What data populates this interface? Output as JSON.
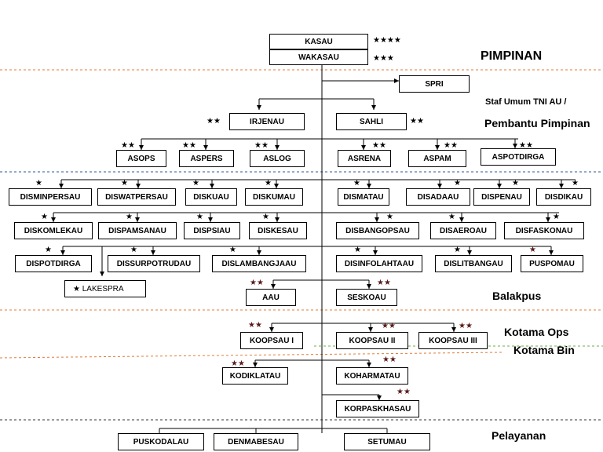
{
  "section_labels": {
    "pimpinan": "PIMPINAN",
    "staf_umum": "Staf Umum TNI AU /",
    "pembantu": "Pembantu Pimpinan",
    "balakpus": "Balakpus",
    "kotama_ops": "Kotama Ops",
    "kotama_bin": "Kotama Bin",
    "pelayanan": "Pelayanan"
  },
  "units": {
    "kasau": "KASAU",
    "wakasau": "WAKASAU",
    "spri": "SPRI",
    "irjenau": "IRJENAU",
    "sahli": "SAHLI",
    "asops": "ASOPS",
    "aspers": "ASPERS",
    "aslog": "ASLOG",
    "asrena": "ASRENA",
    "aspam": "ASPAM",
    "aspotdirga": "ASPOTDIRGA",
    "disminpersau": "DISMINPERSAU",
    "diswatpersau": "DISWATPERSAU",
    "diskuau": "DISKUAU",
    "diskumau": "DISKUMAU",
    "dismatau": "DISMATAU",
    "disadaau": "DISADAAU",
    "dispenau": "DISPENAU",
    "disdikau": "DISDIKAU",
    "diskomlekau": "DISKOMLEKAU",
    "dispamsanau": "DISPAMSANAU",
    "dispsiau": "DISPSIAU",
    "diskesau": "DISKESAU",
    "disbangopsau": "DISBANGOPSAU",
    "disaeroau": "DISAEROAU",
    "disfaskonau": "DISFASKONAU",
    "dispotdirga": "DISPOTDIRGA",
    "dissurpotrudau": "DISSURPOTRUDAU",
    "dislambangjaau": "DISLAMBANGJAAU",
    "disinfolahtaau": "DISINFOLAHTAAU",
    "dislitbangau": "DISLITBANGAU",
    "puspomau": "PUSPOMAU",
    "lakespra": "★ LAKESPRA",
    "aau": "AAU",
    "seskoau": "SESKOAU",
    "koopsau_1": "KOOPSAU I",
    "koopsau_2": "KOOPSAU II",
    "koopsau_3": "KOOPSAU III",
    "kodiklatau": "KODIKLATAU",
    "koharmatau": "KOHARMATAU",
    "korpaskhasau": "KORPASKHASAU",
    "puskodalau": "PUSKODALAU",
    "denmabesau": "DENMABESAU",
    "setumau": "SETUMAU"
  },
  "stars": {
    "kasau": "★★★★",
    "wakasau": "★★★",
    "irjenau": "★★",
    "sahli": "★★",
    "asops": "★★",
    "aspers": "★★",
    "aslog": "★★",
    "asrena": "★★",
    "aspam": "★★",
    "aspotdirga": "★★",
    "disminpersau": "★",
    "diswatpersau": "★",
    "diskuau": "★",
    "diskumau": "★",
    "dismatau": "★",
    "disadaau": "★",
    "dispenau": "★",
    "disdikau": "★",
    "diskomlekau": "★",
    "dispamsanau": "★",
    "dispsiau": "★",
    "diskesau": "★",
    "disbangopsau": "★",
    "disaeroau": "★",
    "disfaskonau": "★",
    "dispotdirga": "★",
    "dissurpotrudau": "★",
    "dislambangjaau": "★",
    "disinfolahtaau": "★",
    "dislitbangau": "★",
    "puspomau": "★",
    "aau": "★★",
    "seskoau": "★★",
    "koopsau_1": "★★",
    "koopsau_2": "★★",
    "koopsau_3": "★★",
    "kodiklatau": "★★",
    "koharmatau": "★★",
    "korpaskhasau": "★★"
  },
  "colors": {
    "line": "#000000",
    "separator_orange": "#e07b39",
    "separator_blue": "#2f5597",
    "separator_green": "#70ad47",
    "separator_black": "#333333",
    "star_black": "#000000",
    "star_dark_red": "#5a1a1a"
  }
}
